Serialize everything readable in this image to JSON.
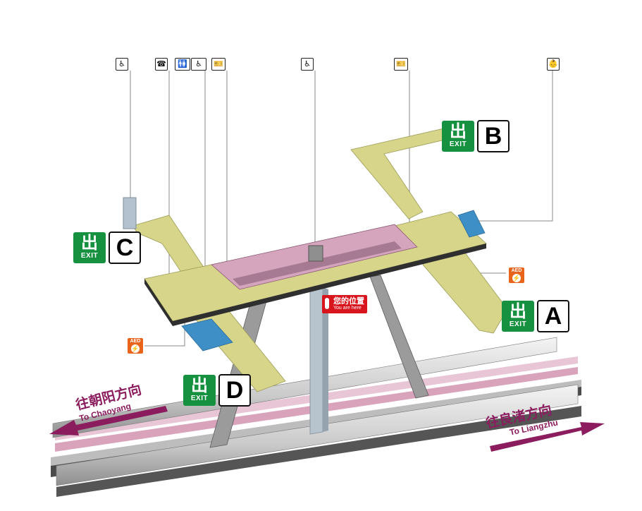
{
  "facility_icons": [
    {
      "id": "elevator-left",
      "glyph": "♿",
      "icon": "elevator-icon"
    },
    {
      "id": "service",
      "glyph": "☎",
      "icon": "customer-service-icon"
    },
    {
      "id": "toilets",
      "glyph": "🚻",
      "icon": "toilet-icon"
    },
    {
      "id": "accessible-toilet",
      "glyph": "♿",
      "icon": "accessible-toilet-icon"
    },
    {
      "id": "ticket-left",
      "glyph": "🎫",
      "icon": "ticket-office-icon"
    },
    {
      "id": "elevator-center",
      "glyph": "♿",
      "icon": "elevator-icon"
    },
    {
      "id": "ticket-right",
      "glyph": "🎫",
      "icon": "ticket-office-icon"
    },
    {
      "id": "nursing",
      "glyph": "👶",
      "icon": "nursing-room-icon"
    }
  ],
  "exits": [
    {
      "letter": "A",
      "zh": "出",
      "en": "EXIT"
    },
    {
      "letter": "B",
      "zh": "出",
      "en": "EXIT"
    },
    {
      "letter": "C",
      "zh": "出",
      "en": "EXIT"
    },
    {
      "letter": "D",
      "zh": "出",
      "en": "EXIT"
    }
  ],
  "aed": {
    "label": "AED",
    "icon": "aed-icon"
  },
  "you_are_here": {
    "zh": "您的位置",
    "en": "You are here"
  },
  "directions": {
    "left": {
      "zh": "往朝阳方向",
      "en": "To Chaoyang"
    },
    "right": {
      "zh": "往良渚方向",
      "en": "To Liangzhu"
    }
  },
  "colors": {
    "concourse": "#d6d58a",
    "paid_area": "#d4a5bd",
    "platform": "#d9a3bc",
    "exit_green": "#16913f",
    "direction_text": "#8b1d5e",
    "aed": "#e8641b",
    "here_red": "#d8141c",
    "utility_blue": "#3f8fc7"
  }
}
